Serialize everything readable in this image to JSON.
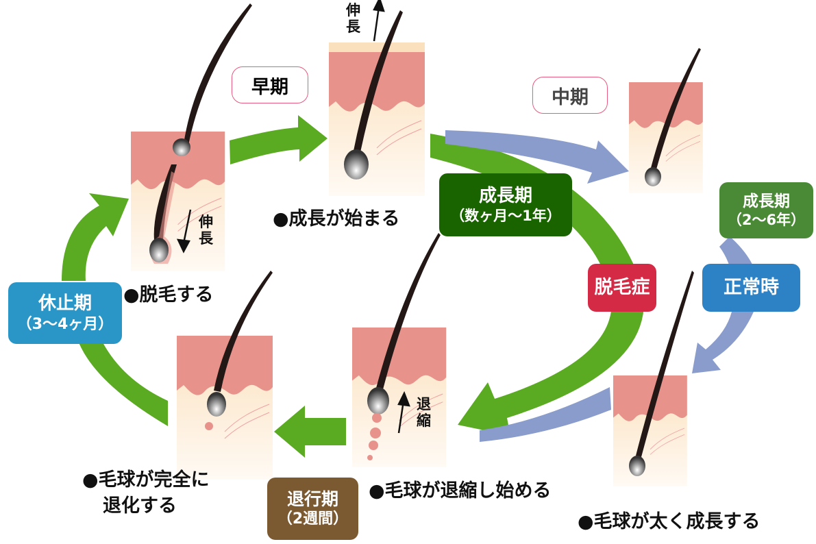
{
  "title_labels": {
    "early": "早期",
    "middle": "中期"
  },
  "badges": {
    "anagen_alopecia": {
      "title": "成長期",
      "sub": "（数ヶ月〜1年）",
      "color": "#1a6400"
    },
    "anagen_normal": {
      "title": "成長期",
      "sub": "（2〜6年）",
      "color": "#4a8a36"
    },
    "alopecia": {
      "title": "脱毛症",
      "color": "#d42a45"
    },
    "normal": {
      "title": "正常時",
      "color": "#2c82c4"
    },
    "telogen": {
      "title": "休止期",
      "sub": "（3〜4ヶ月）",
      "color": "#2a96c8"
    },
    "catagen": {
      "title": "退行期",
      "sub": "（2週間）",
      "color": "#7b5a32"
    }
  },
  "captions": {
    "shedding": "●脱毛する",
    "growth_start": "●成長が始まる",
    "bulb_regressed_1": "●毛球が完全に",
    "bulb_regressed_2": "退化する",
    "bulb_shrinking": "●毛球が退縮し始める",
    "bulb_thick": "●毛球が太く成長する"
  },
  "annotations": {
    "elongation": "伸長",
    "regression": "退縮"
  },
  "colors": {
    "green_arrow": "#5aaa22",
    "blue_arrow": "#8a9ccb",
    "skin": "#e8928c",
    "dermis": "#fce4c4"
  }
}
